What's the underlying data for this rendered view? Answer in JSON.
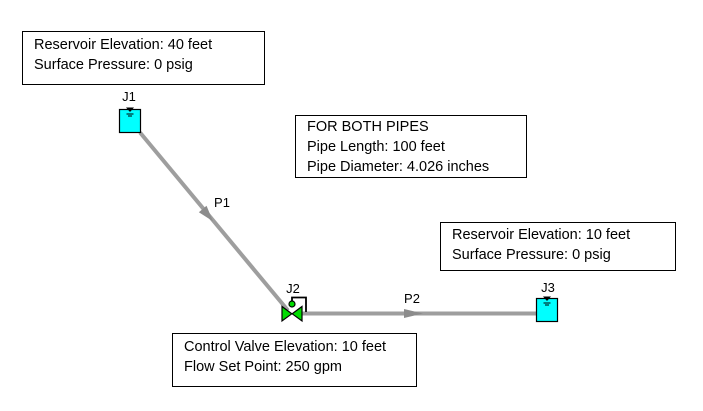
{
  "app": {
    "view": "pipe-network-workspace",
    "background": "#FFFFFF"
  },
  "notes": {
    "reservoir_j1": {
      "line1": "Reservoir Elevation: 40 feet",
      "line2": "Surface Pressure: 0 psig"
    },
    "both_pipes": {
      "line1": "FOR BOTH PIPES",
      "line2": "Pipe Length: 100 feet",
      "line3": "Pipe Diameter: 4.026 inches"
    },
    "reservoir_j3": {
      "line1": "Reservoir Elevation: 10 feet",
      "line2": "Surface Pressure: 0 psig"
    },
    "control_valve": {
      "line1": "Control Valve Elevation: 10 feet",
      "line2": "Flow Set Point: 250 gpm"
    }
  },
  "junctions": {
    "j1": {
      "label": "J1",
      "type": "reservoir"
    },
    "j2": {
      "label": "J2",
      "type": "flow-control-valve"
    },
    "j3": {
      "label": "J3",
      "type": "reservoir"
    }
  },
  "pipes": {
    "p1": {
      "label": "P1"
    },
    "p2": {
      "label": "P2"
    }
  },
  "colors": {
    "reservoir_fill": "#00FFFF",
    "valve_fill": "#00DC00",
    "pipe_gray": "#9E9E9E",
    "arrow_gray": "#8C8C8C",
    "note_border": "#000000",
    "background": "#FFFFFF"
  }
}
